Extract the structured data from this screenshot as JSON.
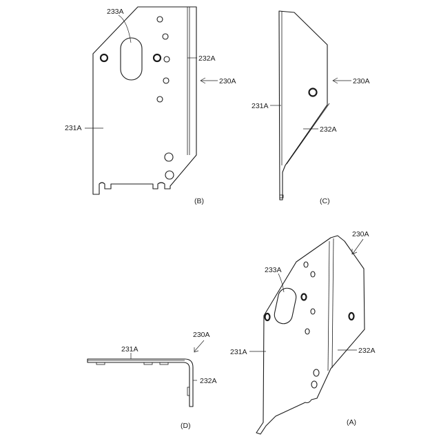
{
  "labels": {
    "b_233": "233A",
    "b_232": "232A",
    "b_230": "230A",
    "b_231": "231A",
    "b_cap": "(B)",
    "c_230": "230A",
    "c_231": "231A",
    "c_232": "232A",
    "c_cap": "(C)",
    "d_230": "230A",
    "d_231": "231A",
    "d_232": "232A",
    "d_cap": "(D)",
    "a_230": "230A",
    "a_233": "233A",
    "a_231": "231A",
    "a_232": "232A",
    "a_cap": "(A)"
  }
}
